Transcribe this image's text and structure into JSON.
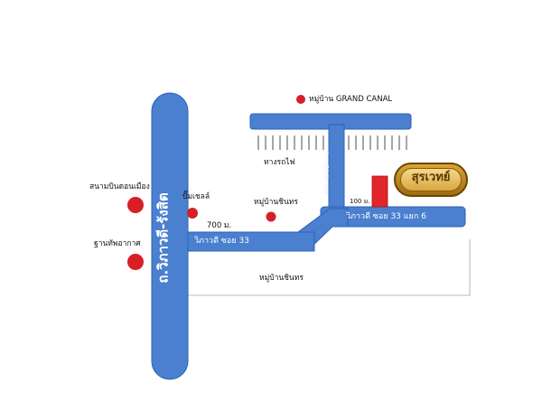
{
  "map": {
    "main_road_label": "ถ.วิภาวดี-รังสิต",
    "soi33_label": "วิภาวดี ซอย 33",
    "soi33_6_label": "วิภาวดี ซอย 33 แยก 6",
    "distance_700_label": "700 ม.",
    "distance_100_label": "100 ม.",
    "railway_label": "ทางรถไฟ",
    "grand_canal_label": "หมู่บ้าน GRAND CANAL",
    "bynintorn_upper_label": "หมู่บ้านชินทร",
    "bynintorn_lower_label": "หมู่บ้านชินทร",
    "gas_station_label": "ปั๊มเชลล์",
    "stadium_label": "สนามบินดอนเมือง",
    "weather_dept_label": "ฐานทัพอากาศ",
    "vertical_soi_label": "วิภาวดีรังสิต ซอย",
    "logo_name": "สุรเวทย์",
    "colors": {
      "road": "#4a80cf",
      "road_edge": "#2f62b4",
      "landmark": "#d81f26",
      "destination": "#e0252b",
      "logo_gold": "#c99327"
    }
  }
}
